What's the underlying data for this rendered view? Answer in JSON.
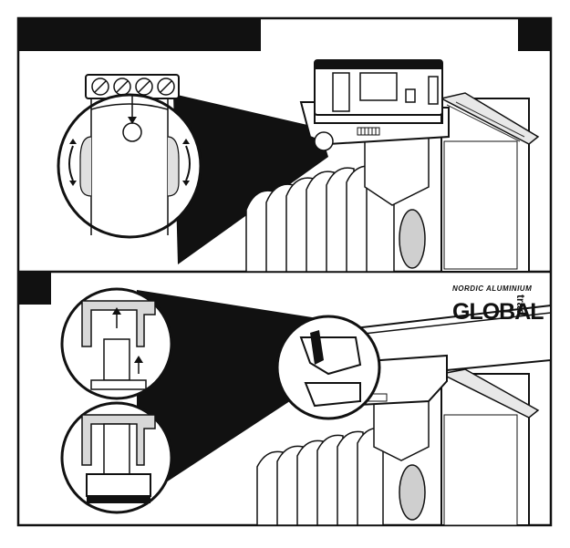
{
  "brand": {
    "name_top": "NORDIC ALUMINIUM",
    "name_main": "GLOBAL",
    "name_sub": "trac"
  },
  "panels": [
    {
      "id": "panel-1",
      "label": ""
    },
    {
      "id": "panel-2",
      "label": ""
    }
  ],
  "colors": {
    "ink": "#111111",
    "paper": "#ffffff",
    "grey": "#d8d8d8"
  }
}
